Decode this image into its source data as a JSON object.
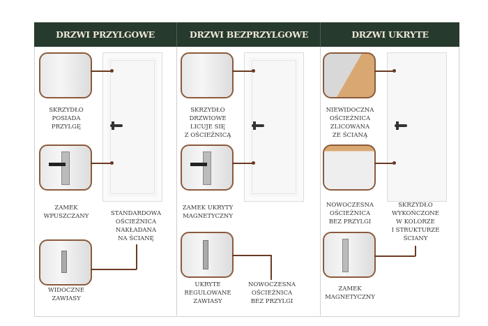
{
  "columns": [
    {
      "title": "DRZWI PRZYLGOWE",
      "labels": [
        "SKRZYDŁO\nPOSIADA\nPRZYLGĘ",
        "ZAMEK\nWPUSZCZANY",
        "STANDARDOWA\nOŚCIEŻNICA\nNAKŁADANA\nNA ŚCIANĘ",
        "WIDOCZNE\nZAWIASY"
      ]
    },
    {
      "title": "DRZWI BEZPRZYLGOWE",
      "labels": [
        "SKRZYDŁO\nDRZWIOWE\nLICUJE SIĘ\nZ OŚCIEŻNICĄ",
        "ZAMEK UKRYTY\nMAGNETYCZNY",
        "UKRYTE\nREGULOWANE\nZAWIASY",
        "NOWOCZESNA\nOŚCIEŻNICA\nBEZ PRZYLGI"
      ]
    },
    {
      "title": "DRZWI UKRYTE",
      "labels": [
        "NIEWIDOCZNA\nOŚCIEŻNICA\nZLICOWANA\nZE ŚCIANĄ",
        "NOWOCZESNA\nOŚCIEŻNICA\nBEZ PRZYLGI",
        "SKRZYDŁO\nWYKOŃCZONE\nW KOLORZE\nI STRUKTURZE\nŚCIANY",
        "ZAMEK\nMAGNETYCZNY"
      ]
    }
  ],
  "colors": {
    "header": "#263a2d",
    "accent": "#8a5a3c"
  }
}
